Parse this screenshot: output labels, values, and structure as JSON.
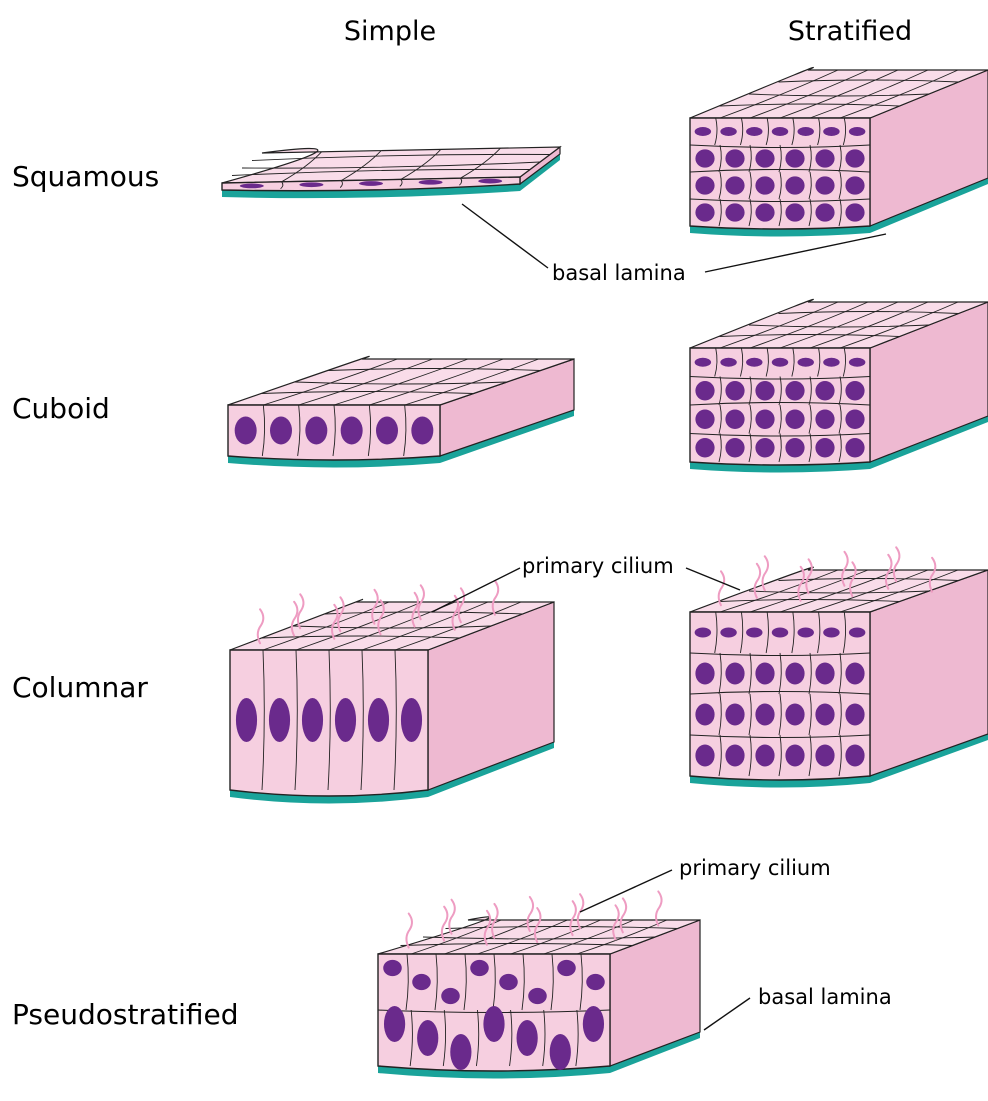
{
  "columns": {
    "simple": "Simple",
    "stratified": "Stratified"
  },
  "rows": {
    "squamous": "Squamous",
    "cuboid": "Cuboid",
    "columnar": "Columnar",
    "pseudostratified": "Pseudostratified"
  },
  "callouts": {
    "basal_lamina_top": "basal lamina",
    "primary_cilium_columnar": "primary cilium",
    "primary_cilium_pseudo": "primary cilium",
    "basal_lamina_pseudo": "basal lamina"
  },
  "colors": {
    "cell": "#f6cfe0",
    "cell_top": "#f9dce9",
    "cell_side": "#eeb9d1",
    "membrane": "#222222",
    "nucleus": "#6a2a8c",
    "basal_lamina": "#1aa39a",
    "cilium": "#ee9cc2"
  }
}
